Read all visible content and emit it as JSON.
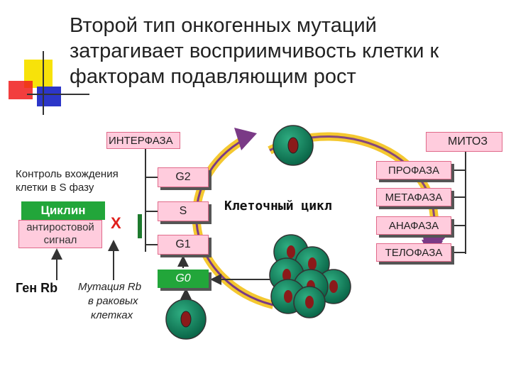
{
  "title": {
    "line1": "Второй тип онкогенных мутаций",
    "line2": "затрагивает восприимчивость клетки к",
    "line3": "факторам подавляющим рост"
  },
  "left": {
    "interphase_label": "ИНТЕРФАЗА",
    "control_line1": "Контроль вхождения",
    "control_line2": "клетки в S фазу",
    "cyclin_title": "Циклин",
    "cyclin_line2": "антиростовой",
    "cyclin_line3": "сигнал",
    "block_mark": "X",
    "gene_label": "Ген Rb",
    "mutation_line1": "Мутация Rb",
    "mutation_line2": "в раковых",
    "mutation_line3": "клетках"
  },
  "phases": {
    "g2": "G2",
    "s": "S",
    "g1": "G1",
    "g0": "G0"
  },
  "center": {
    "cycle_label": "Клеточный цикл"
  },
  "mitosis": {
    "label": "МИТОЗ",
    "stages": [
      "ПРОФАЗА",
      "МЕТАФАЗА",
      "АНАФАЗА",
      "ТЕЛОФАЗА"
    ]
  },
  "colors": {
    "pink_box": "#ffccdd",
    "pink_border": "#e06a8a",
    "green": "#22a63a",
    "cell_green": "#0f7a55",
    "nucleus": "#8b1a1a",
    "arrow_purple": "#7a3a86",
    "arrow_yellow": "#f4c830"
  }
}
